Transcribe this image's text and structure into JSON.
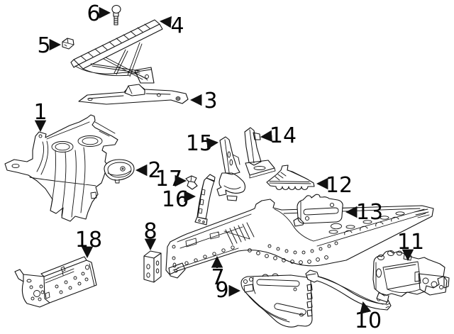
{
  "diagram": {
    "kind": "exploded-parts-line-diagram",
    "style": {
      "background": "#ffffff",
      "line_color": "#111111",
      "label_color": "#000000"
    },
    "callouts": [
      {
        "label": "1"
      },
      {
        "label": "2"
      },
      {
        "label": "3"
      },
      {
        "label": "4"
      },
      {
        "label": "5"
      },
      {
        "label": "6"
      },
      {
        "label": "7"
      },
      {
        "label": "8"
      },
      {
        "label": "9"
      },
      {
        "label": "10"
      },
      {
        "label": "11"
      },
      {
        "label": "12"
      },
      {
        "label": "13"
      },
      {
        "label": "14"
      },
      {
        "label": "15"
      },
      {
        "label": "16"
      },
      {
        "label": "17"
      },
      {
        "label": "18"
      }
    ]
  }
}
